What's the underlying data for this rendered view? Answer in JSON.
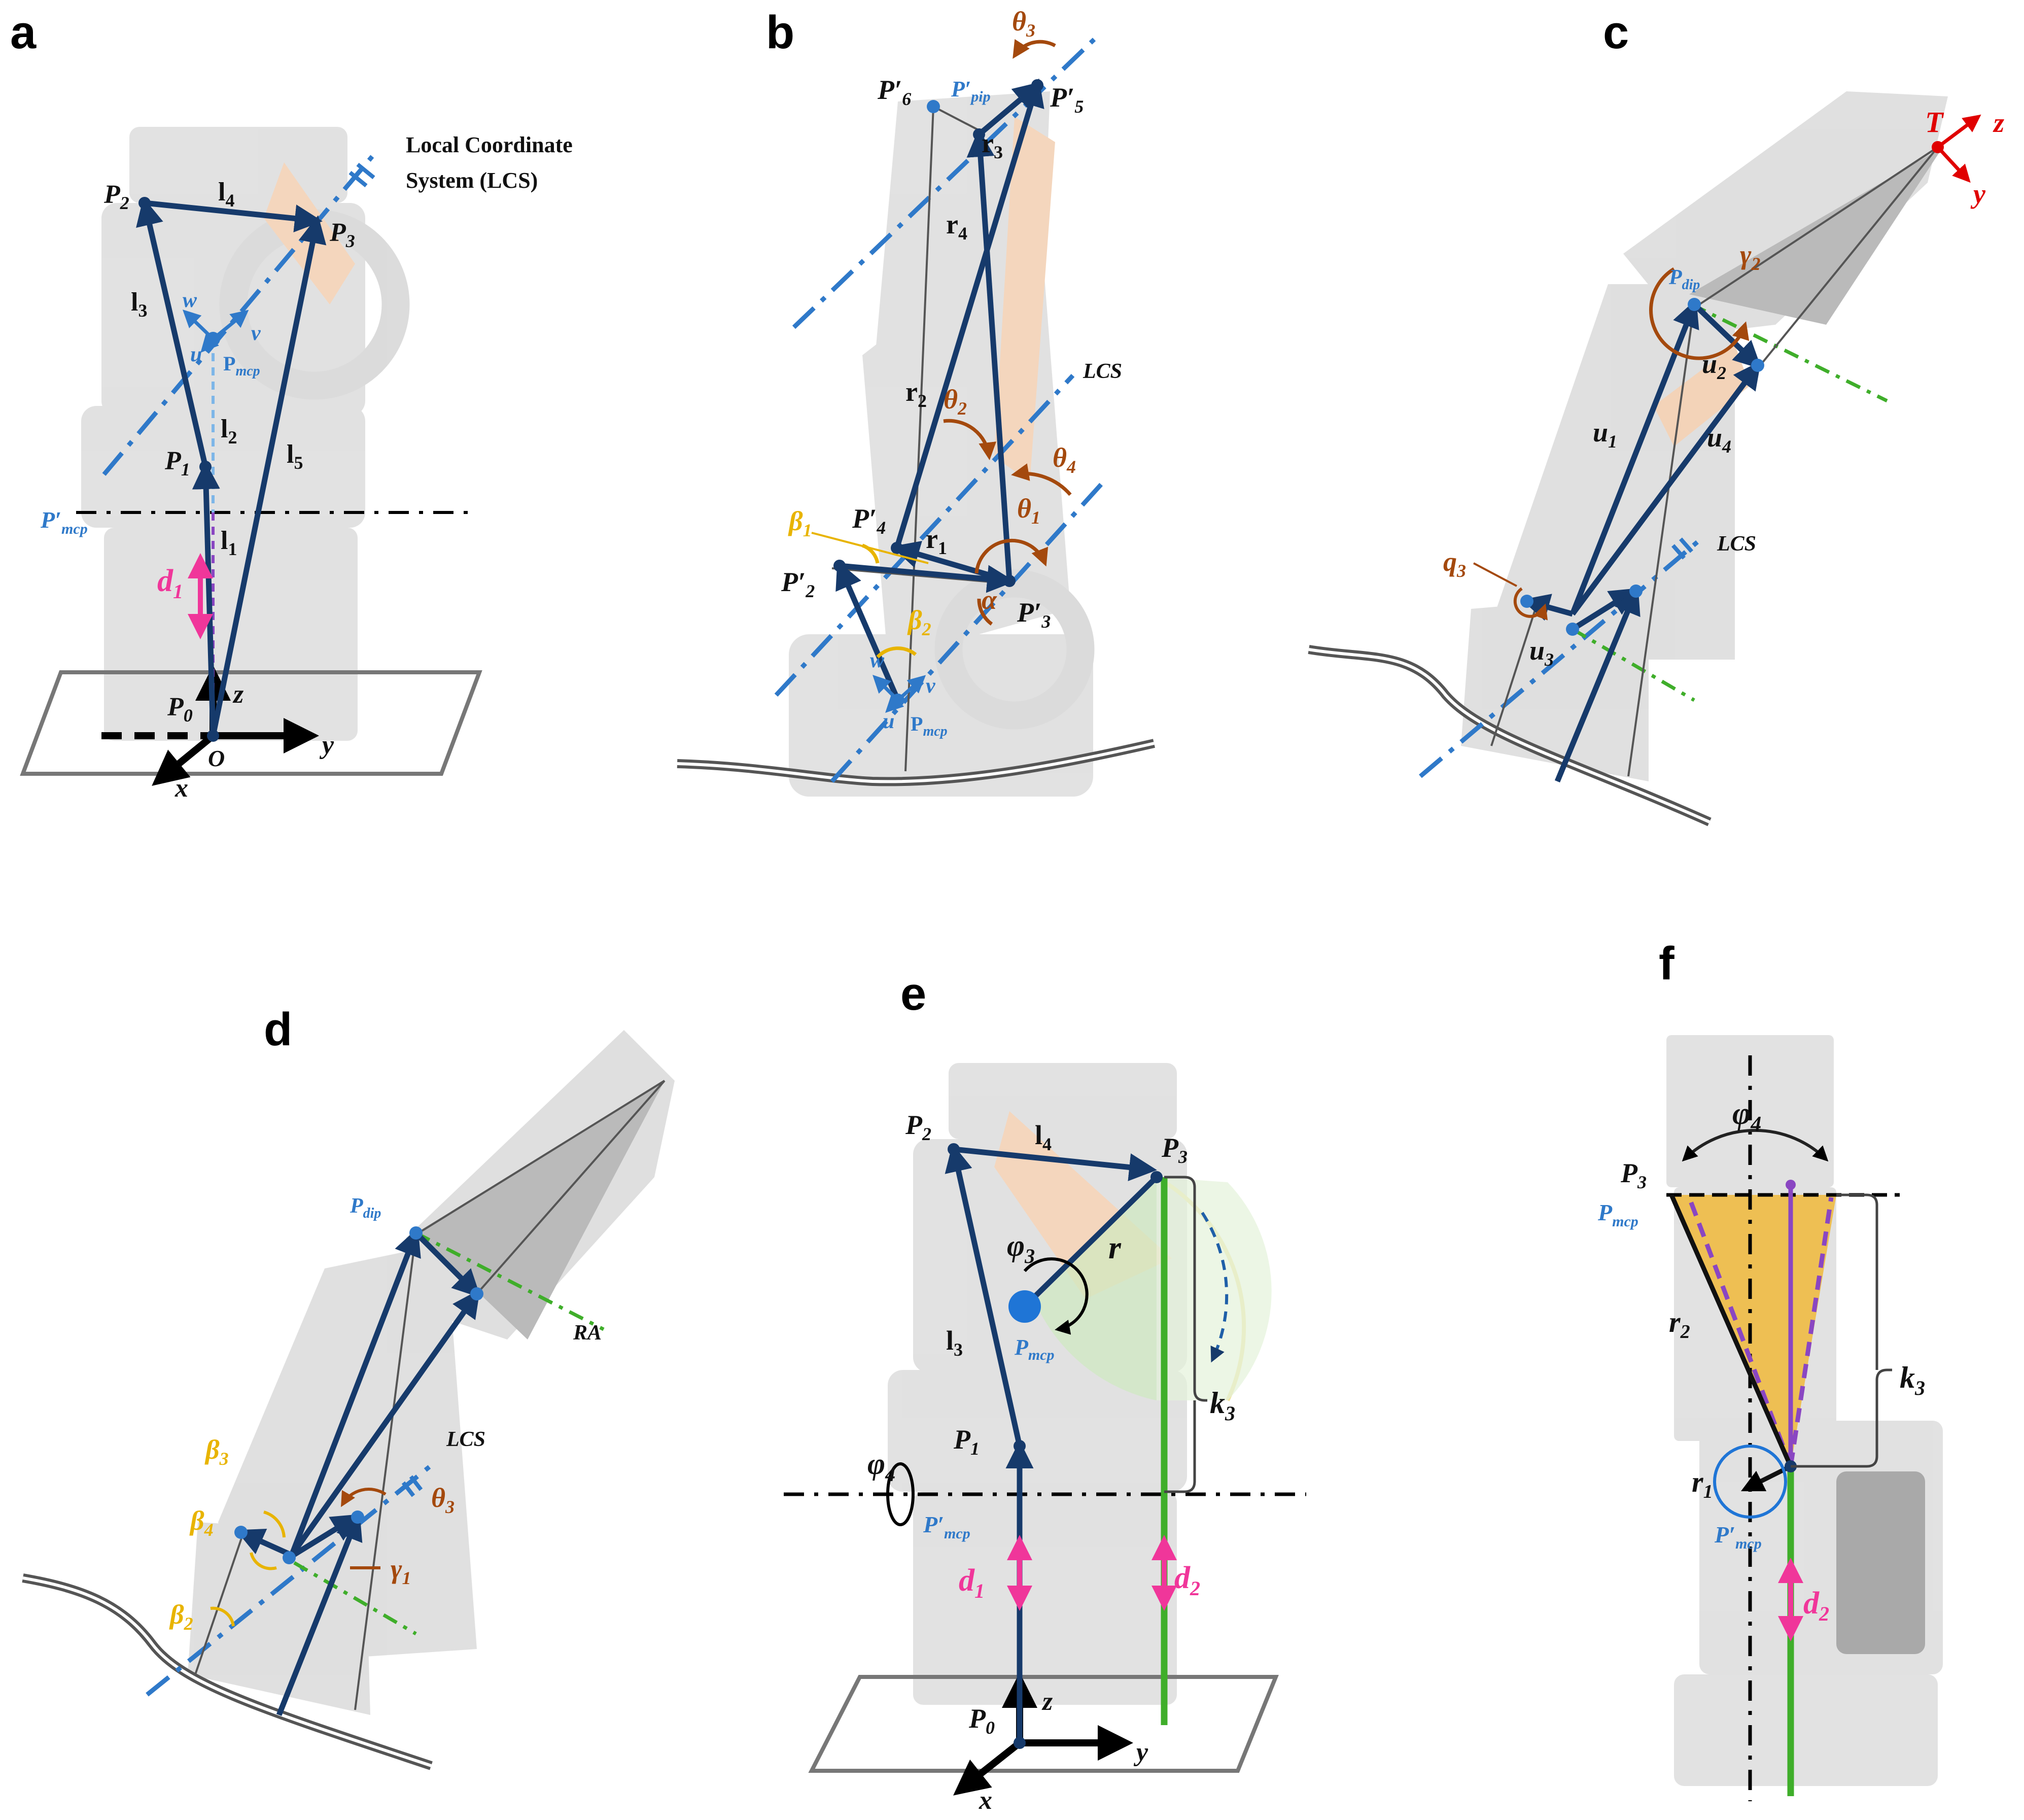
{
  "colors": {
    "link": "#163a6b",
    "lcs_axis": "#2f79c9",
    "ra_axis": "#3fae2a",
    "angle": "#a4490d",
    "beta": "#e8b400",
    "displacement": "#f0369a",
    "alt_link": "#8a46c2",
    "tool_frame": "#e00000",
    "finger_body": "#c9c9c9",
    "ground": "#444444"
  },
  "panels": [
    {
      "id": "a",
      "letter": "a",
      "lcs_title_line1": "Local Coordinate",
      "lcs_title_line2": "System (LCS)",
      "points": [
        "P",
        "P",
        "P",
        "P"
      ],
      "point_subs": [
        "2",
        "3",
        "1",
        "0"
      ],
      "links": [
        "l",
        "l",
        "l",
        "l",
        "l"
      ],
      "link_subs": [
        "4",
        "3",
        "2",
        "5",
        "1"
      ],
      "frame": {
        "u": "u",
        "v": "v",
        "w": "w",
        "pmcp": "P",
        "pmcp_sub": "mcp"
      },
      "pmcp_prime": "P′",
      "pmcp_prime_sub": "mcp",
      "d": "d",
      "d_sub": "1",
      "axes": {
        "x": "x",
        "y": "y",
        "z": "z",
        "o": "O"
      }
    },
    {
      "id": "b",
      "letter": "b",
      "lcs": "LCS",
      "points": [
        "P′",
        "P′",
        "P′",
        "P′",
        "P′"
      ],
      "point_subs": [
        "6",
        "5",
        "4",
        "2",
        "3"
      ],
      "ppip": "P′",
      "ppip_sub": "pip",
      "r": [
        "r",
        "r",
        "r",
        "r"
      ],
      "r_subs": [
        "3",
        "4",
        "2",
        "1"
      ],
      "theta": [
        "θ",
        "θ",
        "θ",
        "θ"
      ],
      "theta_subs": [
        "3",
        "2",
        "4",
        "1"
      ],
      "beta": [
        "β",
        "β"
      ],
      "beta_subs": [
        "1",
        "2"
      ],
      "alpha": "α",
      "frame": {
        "u": "u",
        "v": "v",
        "w": "w",
        "pmcp": "P",
        "pmcp_sub": "mcp"
      }
    },
    {
      "id": "c",
      "letter": "c",
      "lcs": "LCS",
      "tool": {
        "t": "T",
        "z": "z",
        "y": "y"
      },
      "pdip": "P",
      "pdip_sub": "dip",
      "gamma": "γ",
      "gamma_sub": "2",
      "u": [
        "u",
        "u",
        "u",
        "u"
      ],
      "u_subs": [
        "2",
        "1",
        "4",
        "3"
      ],
      "q": "q",
      "q_sub": "3"
    },
    {
      "id": "d",
      "letter": "d",
      "pdip": "P",
      "pdip_sub": "dip",
      "ra": "RA",
      "lcs": "LCS",
      "beta": [
        "β",
        "β",
        "β"
      ],
      "beta_subs": [
        "3",
        "4",
        "2"
      ],
      "theta": "θ",
      "theta_sub": "3",
      "gamma": "γ",
      "gamma_sub": "1"
    },
    {
      "id": "e",
      "letter": "e",
      "points": [
        "P",
        "P",
        "P",
        "P"
      ],
      "point_subs": [
        "2",
        "3",
        "1",
        "0"
      ],
      "links": [
        "l",
        "l"
      ],
      "link_subs": [
        "4",
        "3"
      ],
      "phi3": "φ",
      "phi3_sub": "3",
      "phi4": "φ",
      "phi4_sub": "4",
      "r": "r",
      "pmcp": "P",
      "pmcp_sub": "mcp",
      "pmcp_prime": "P′",
      "pmcp_prime_sub": "mcp",
      "k": "k",
      "k_sub": "3",
      "d1": "d",
      "d1_sub": "1",
      "d2": "d",
      "d2_sub": "2",
      "axes": {
        "x": "x",
        "y": "y",
        "z": "z"
      }
    },
    {
      "id": "f",
      "letter": "f",
      "phi": "φ",
      "phi_sub": "4",
      "p3": "P",
      "p3_sub": "3",
      "pmcp": "P",
      "pmcp_sub": "mcp",
      "r2": "r",
      "r2_sub": "2",
      "r1": "r",
      "r1_sub": "1",
      "k": "k",
      "k_sub": "3",
      "pmcp_prime": "P′",
      "pmcp_prime_sub": "mcp",
      "d": "d",
      "d_sub": "2"
    }
  ]
}
